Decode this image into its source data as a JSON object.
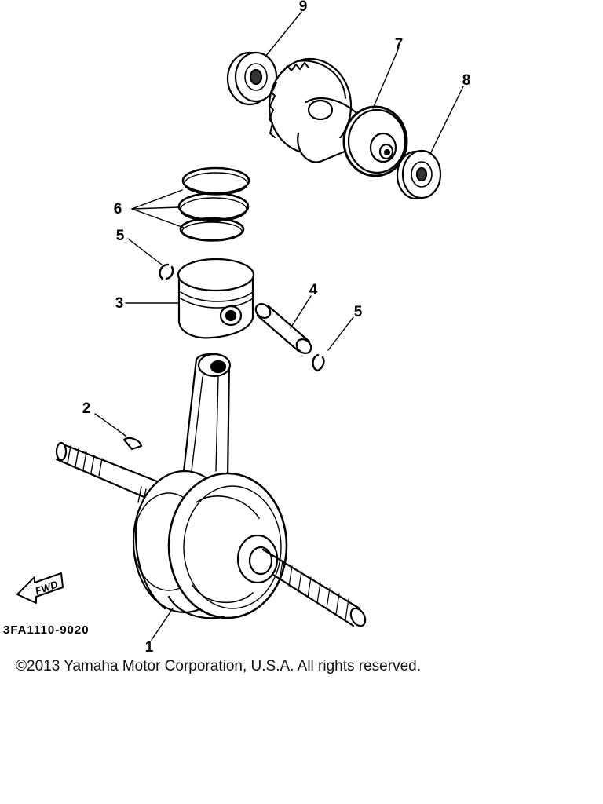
{
  "diagram": {
    "callouts": [
      {
        "id": "callout-1",
        "label": "1",
        "part": "crankshaft"
      },
      {
        "id": "callout-2",
        "label": "2",
        "part": "key"
      },
      {
        "id": "callout-3",
        "label": "3",
        "part": "piston"
      },
      {
        "id": "callout-4",
        "label": "4",
        "part": "piston-pin"
      },
      {
        "id": "callout-5a",
        "label": "5",
        "part": "circlip"
      },
      {
        "id": "callout-5b",
        "label": "5",
        "part": "circlip"
      },
      {
        "id": "callout-6",
        "label": "6",
        "part": "piston-rings"
      },
      {
        "id": "callout-7",
        "label": "7",
        "part": "balancer-shaft"
      },
      {
        "id": "callout-8",
        "label": "8",
        "part": "bearing"
      },
      {
        "id": "callout-9",
        "label": "9",
        "part": "bearing"
      }
    ],
    "fwd_label": "FWD",
    "figure_code": "3FA1110-9020"
  },
  "footer": {
    "copyright": "©2013 Yamaha Motor Corporation, U.S.A. All rights reserved."
  }
}
